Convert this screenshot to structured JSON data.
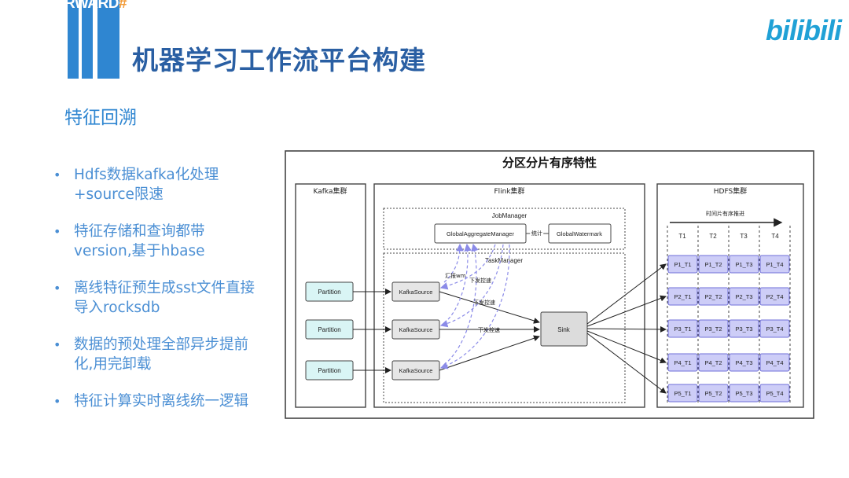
{
  "header": {
    "logo_text": "RWARD",
    "logo_hash": "#",
    "title": "机器学习工作流平台构建",
    "brand": "bilibili"
  },
  "subtitle": "特征回溯",
  "bullets": [
    "Hdfs数据kafka化处理+source限速",
    "特征存储和查询都带version,基于hbase",
    "离线特征预生成sst文件直接导入rocksdb",
    "数据的预处理全部异步提前化,用完卸载",
    "特征计算实时离线统一逻辑"
  ],
  "diagram": {
    "title": "分区分片有序特性",
    "kafka": {
      "title": "Kafka集群",
      "partitions": [
        "Partition",
        "Partition",
        "Partition"
      ]
    },
    "flink": {
      "title": "Flink集群",
      "jobmanager": {
        "title": "JobManager",
        "aggregate": "GlobalAggregateManager",
        "stat": "统计",
        "watermark": "GlobalWatermark"
      },
      "taskmanager": {
        "title": "TaskManager",
        "sources": [
          "KafkaSource",
          "KafkaSource",
          "KafkaSource"
        ],
        "sink": "Sink",
        "report": "汇报wm",
        "throttle": "下发控速"
      }
    },
    "hdfs": {
      "title": "HDFS集群",
      "axis_label": "时间片有序推进",
      "columns": [
        "T1",
        "T2",
        "T3",
        "T4"
      ],
      "rows": [
        [
          "P1_T1",
          "P1_T2",
          "P1_T3",
          "P1_T4"
        ],
        [
          "P2_T1",
          "P2_T2",
          "P2_T3",
          "P2_T4"
        ],
        [
          "P3_T1",
          "P3_T2",
          "P3_T3",
          "P3_T4"
        ],
        [
          "P4_T1",
          "P4_T2",
          "P4_T3",
          "P4_T4"
        ],
        [
          "P5_T1",
          "P5_T2",
          "P5_T3",
          "P5_T4"
        ]
      ]
    }
  },
  "colors": {
    "accent": "#2f86d1",
    "title": "#2a5fa3",
    "brand": "#20a1d6",
    "bullet": "#4b8fd4",
    "partition_fill": "#d9f5f5",
    "cell_fill": "#cdcdf7",
    "cell_stroke": "#6f6fd8",
    "dashed_arrow": "#8b8be8"
  }
}
